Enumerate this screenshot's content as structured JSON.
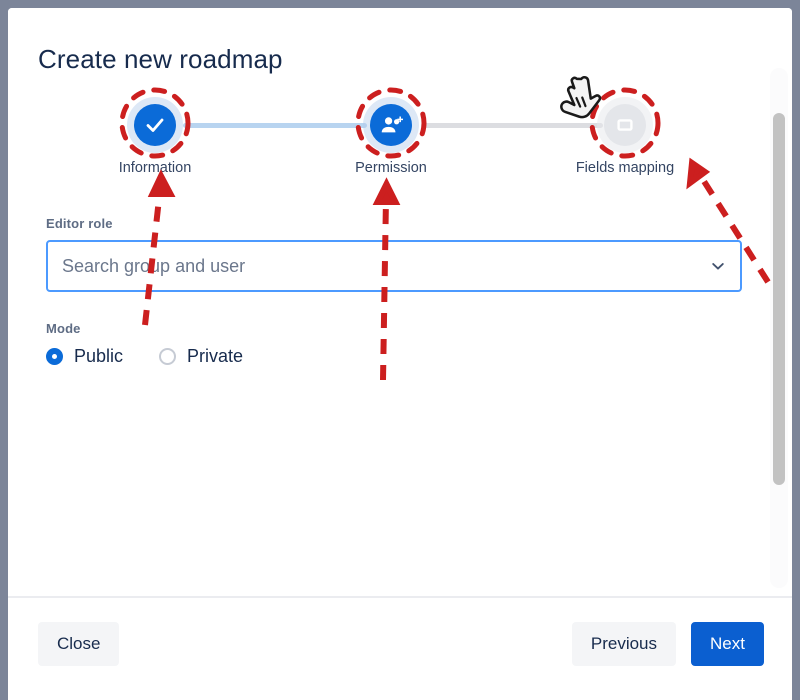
{
  "window": {
    "frame_color": "#7c8599",
    "surface_color": "#ffffff"
  },
  "modal": {
    "title": "Create new roadmap"
  },
  "stepper": {
    "steps": [
      {
        "label": "Information",
        "state": "done",
        "icon": "check-icon",
        "circle_color": "#0b6bd8"
      },
      {
        "label": "Permission",
        "state": "current",
        "icon": "person-add-icon",
        "circle_color": "#0b6bd8"
      },
      {
        "label": "Fields mapping",
        "state": "todo",
        "icon": "rounded-square-icon",
        "circle_color": "#e4e6ea"
      }
    ],
    "connectors": [
      {
        "from": "Information",
        "to": "Permission",
        "color": "#b8d4f0"
      },
      {
        "from": "Permission",
        "to": "Fields mapping",
        "color": "#dcdde1"
      }
    ]
  },
  "form": {
    "editor_role": {
      "label": "Editor role",
      "placeholder": "Search group and user",
      "value": "",
      "focused": true,
      "chevron_icon": "chevron-down-icon",
      "border_color": "#4c9aff"
    },
    "mode": {
      "label": "Mode",
      "selected": "Public",
      "options": [
        {
          "label": "Public",
          "checked": true
        },
        {
          "label": "Private",
          "checked": false
        }
      ],
      "accent_color": "#0b6bd8"
    }
  },
  "footer": {
    "close_label": "Close",
    "previous_label": "Previous",
    "next_label": "Next",
    "primary_color": "#0b5fd0"
  },
  "scrollbar": {
    "thumb_color": "#c2c2c2",
    "orientation": "vertical"
  },
  "annotations": {
    "highlight_color": "#cc1f1f",
    "cursor_icon": "pointing-hand-cursor",
    "rings": [
      "Information",
      "Permission",
      "Fields mapping"
    ],
    "arrows": [
      "to-information-step",
      "to-permission-step",
      "to-fields-mapping-step"
    ]
  }
}
